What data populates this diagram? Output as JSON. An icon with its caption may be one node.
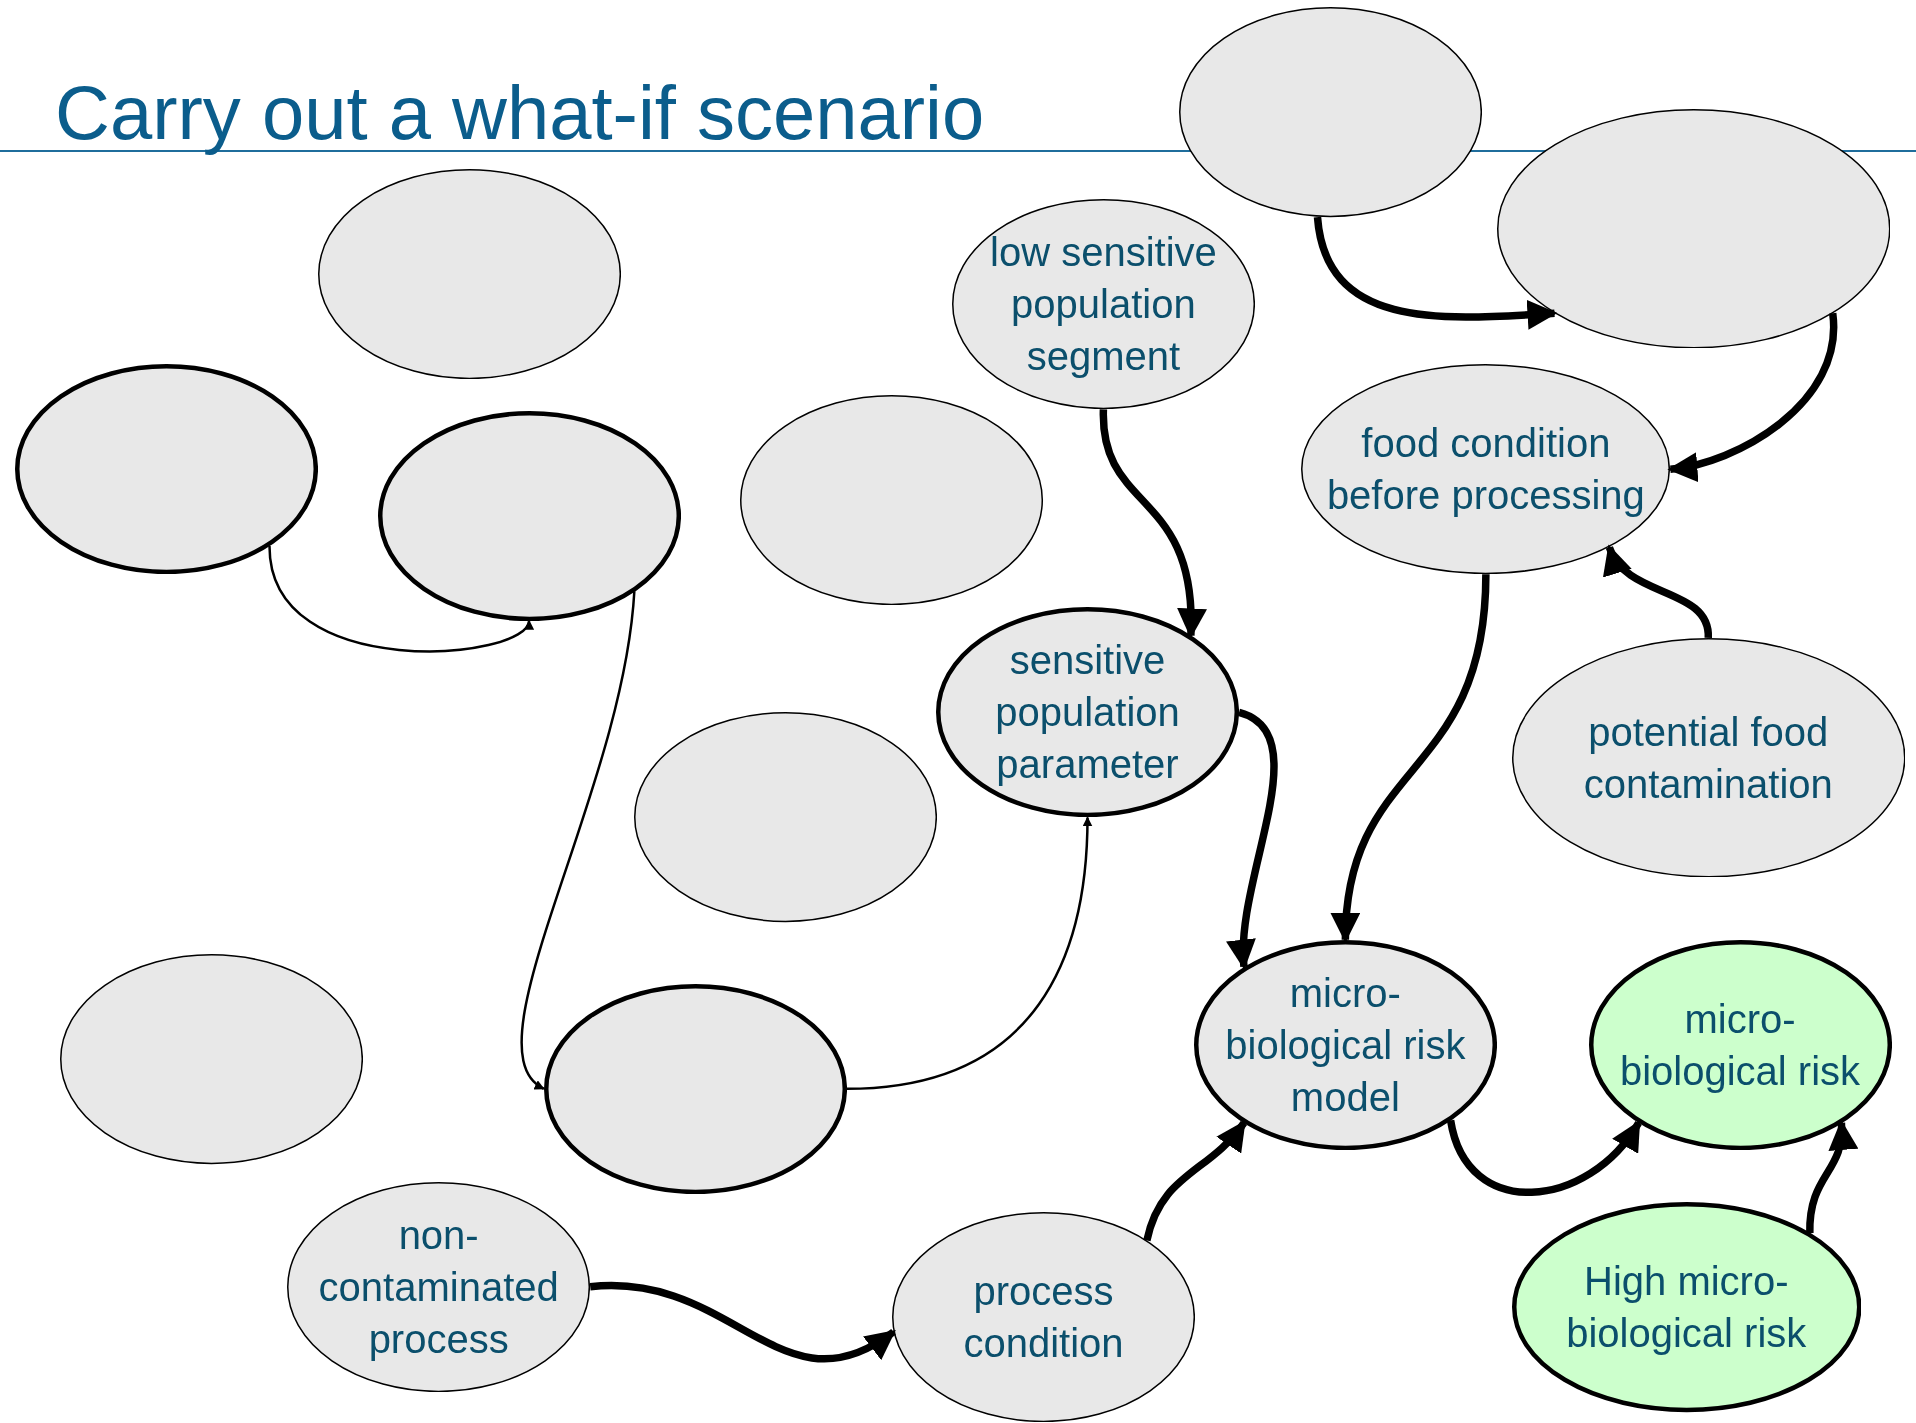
{
  "diagram": {
    "title": "Carry out a what-if scenario",
    "nodes": [
      {
        "text": [],
        "shape": "ellipse"
      },
      {
        "text": [],
        "shape": "ellipse"
      },
      {
        "text": [],
        "shape": "ellipse"
      },
      {
        "text": [
          "low sensitive population segment"
        ]
      },
      {
        "text": [
          "food condition before processing"
        ]
      },
      {
        "text": [],
        "shape": "ellipse"
      },
      {
        "text": [],
        "shape": "ellipse"
      },
      {
        "text": [],
        "shape": "ellipse"
      },
      {
        "text": [
          "sensitive population parameter"
        ]
      },
      {
        "text": [
          "potential food contamination"
        ]
      },
      {
        "text": [],
        "shape": "ellipse"
      },
      {
        "text": [
          "micro-biological risk model"
        ]
      },
      {
        "text": [
          "micro-biological risk"
        ]
      },
      {
        "text": [],
        "shape": "ellipse"
      },
      {
        "text": [],
        "shape": "ellipse"
      },
      {
        "text": [
          "non-contaminated process"
        ]
      },
      {
        "text": [
          "process condition"
        ]
      },
      {
        "text": [
          "High micro-biological risk"
        ]
      }
    ],
    "edges": [
      {
        "from": 0,
        "to": 1,
        "arrow": "to"
      },
      {
        "from": 1,
        "to": 4,
        "arrow": "to"
      },
      {
        "from": 3,
        "to": 8,
        "arrow": "to"
      },
      {
        "from": 9,
        "to": 4,
        "arrow": "to"
      },
      {
        "from": 4,
        "to": 11,
        "arrow": "to"
      },
      {
        "from": 8,
        "to": 11,
        "arrow": "to"
      },
      {
        "from": 5,
        "to": 7,
        "arrow": "to"
      },
      {
        "from": 7,
        "to": 14,
        "arrow": "to"
      },
      {
        "from": 14,
        "to": 8,
        "arrow": "to"
      },
      {
        "from": 16,
        "to": 11,
        "arrow": "to"
      },
      {
        "from": 11,
        "to": 12,
        "arrow": "to"
      },
      {
        "from": 17,
        "to": 12,
        "arrow": "to"
      },
      {
        "from": 15,
        "to": 16,
        "arrow": "to"
      }
    ]
  }
}
